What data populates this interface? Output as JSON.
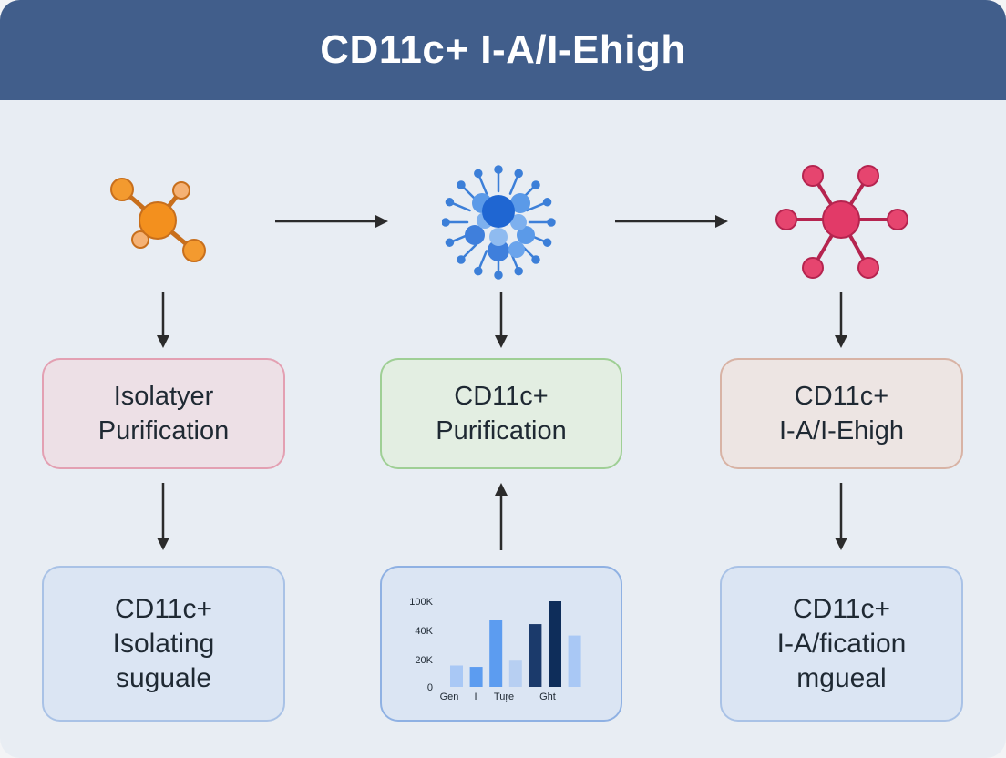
{
  "header": {
    "title": "CD11c+ I-A/I-Ehigh"
  },
  "icons": [
    {
      "name": "orange-molecule-icon",
      "color": "#ef8d25"
    },
    {
      "name": "blue-cell-cluster-icon",
      "color": "#2f72d0"
    },
    {
      "name": "pink-molecule-icon",
      "color": "#d83a6a"
    }
  ],
  "boxes": {
    "top_left": {
      "lines": [
        "Isolatyer",
        "Purification"
      ],
      "bg": "#ede0e6",
      "border": "#e3a0b2"
    },
    "top_middle": {
      "lines": [
        "CD11c+",
        "Purification"
      ],
      "bg": "#e3eee2",
      "border": "#9fcf95"
    },
    "top_right": {
      "lines": [
        "CD11c+",
        "I-A/I-Ehigh"
      ],
      "bg": "#ede5e3",
      "border": "#d8b3a5"
    },
    "bottom_left": {
      "lines": [
        "CD11c+",
        "Isolating",
        "suguale"
      ],
      "bg": "#dbe5f3",
      "border": "#a9c2e6"
    },
    "bottom_right": {
      "lines": [
        "CD11c+",
        "I-A/fication",
        "mgueal"
      ],
      "bg": "#dbe5f3",
      "border": "#a9c2e6"
    },
    "chart_box": {
      "bg": "#dbe5f3",
      "border": "#8fb1e3"
    }
  },
  "chart_data": {
    "type": "bar",
    "yticks": [
      "100K",
      "40K",
      "20K",
      "0"
    ],
    "xticks": [
      "Gen",
      "I",
      "Tuŗe",
      "Ght"
    ],
    "values": [
      15,
      14,
      47,
      19,
      44,
      60,
      36
    ],
    "colors": [
      "#a9c8f5",
      "#5c9cf0",
      "#5c9cf0",
      "#b7cff2",
      "#1b3a6b",
      "#0e2d5a",
      "#a9c8f5"
    ]
  }
}
